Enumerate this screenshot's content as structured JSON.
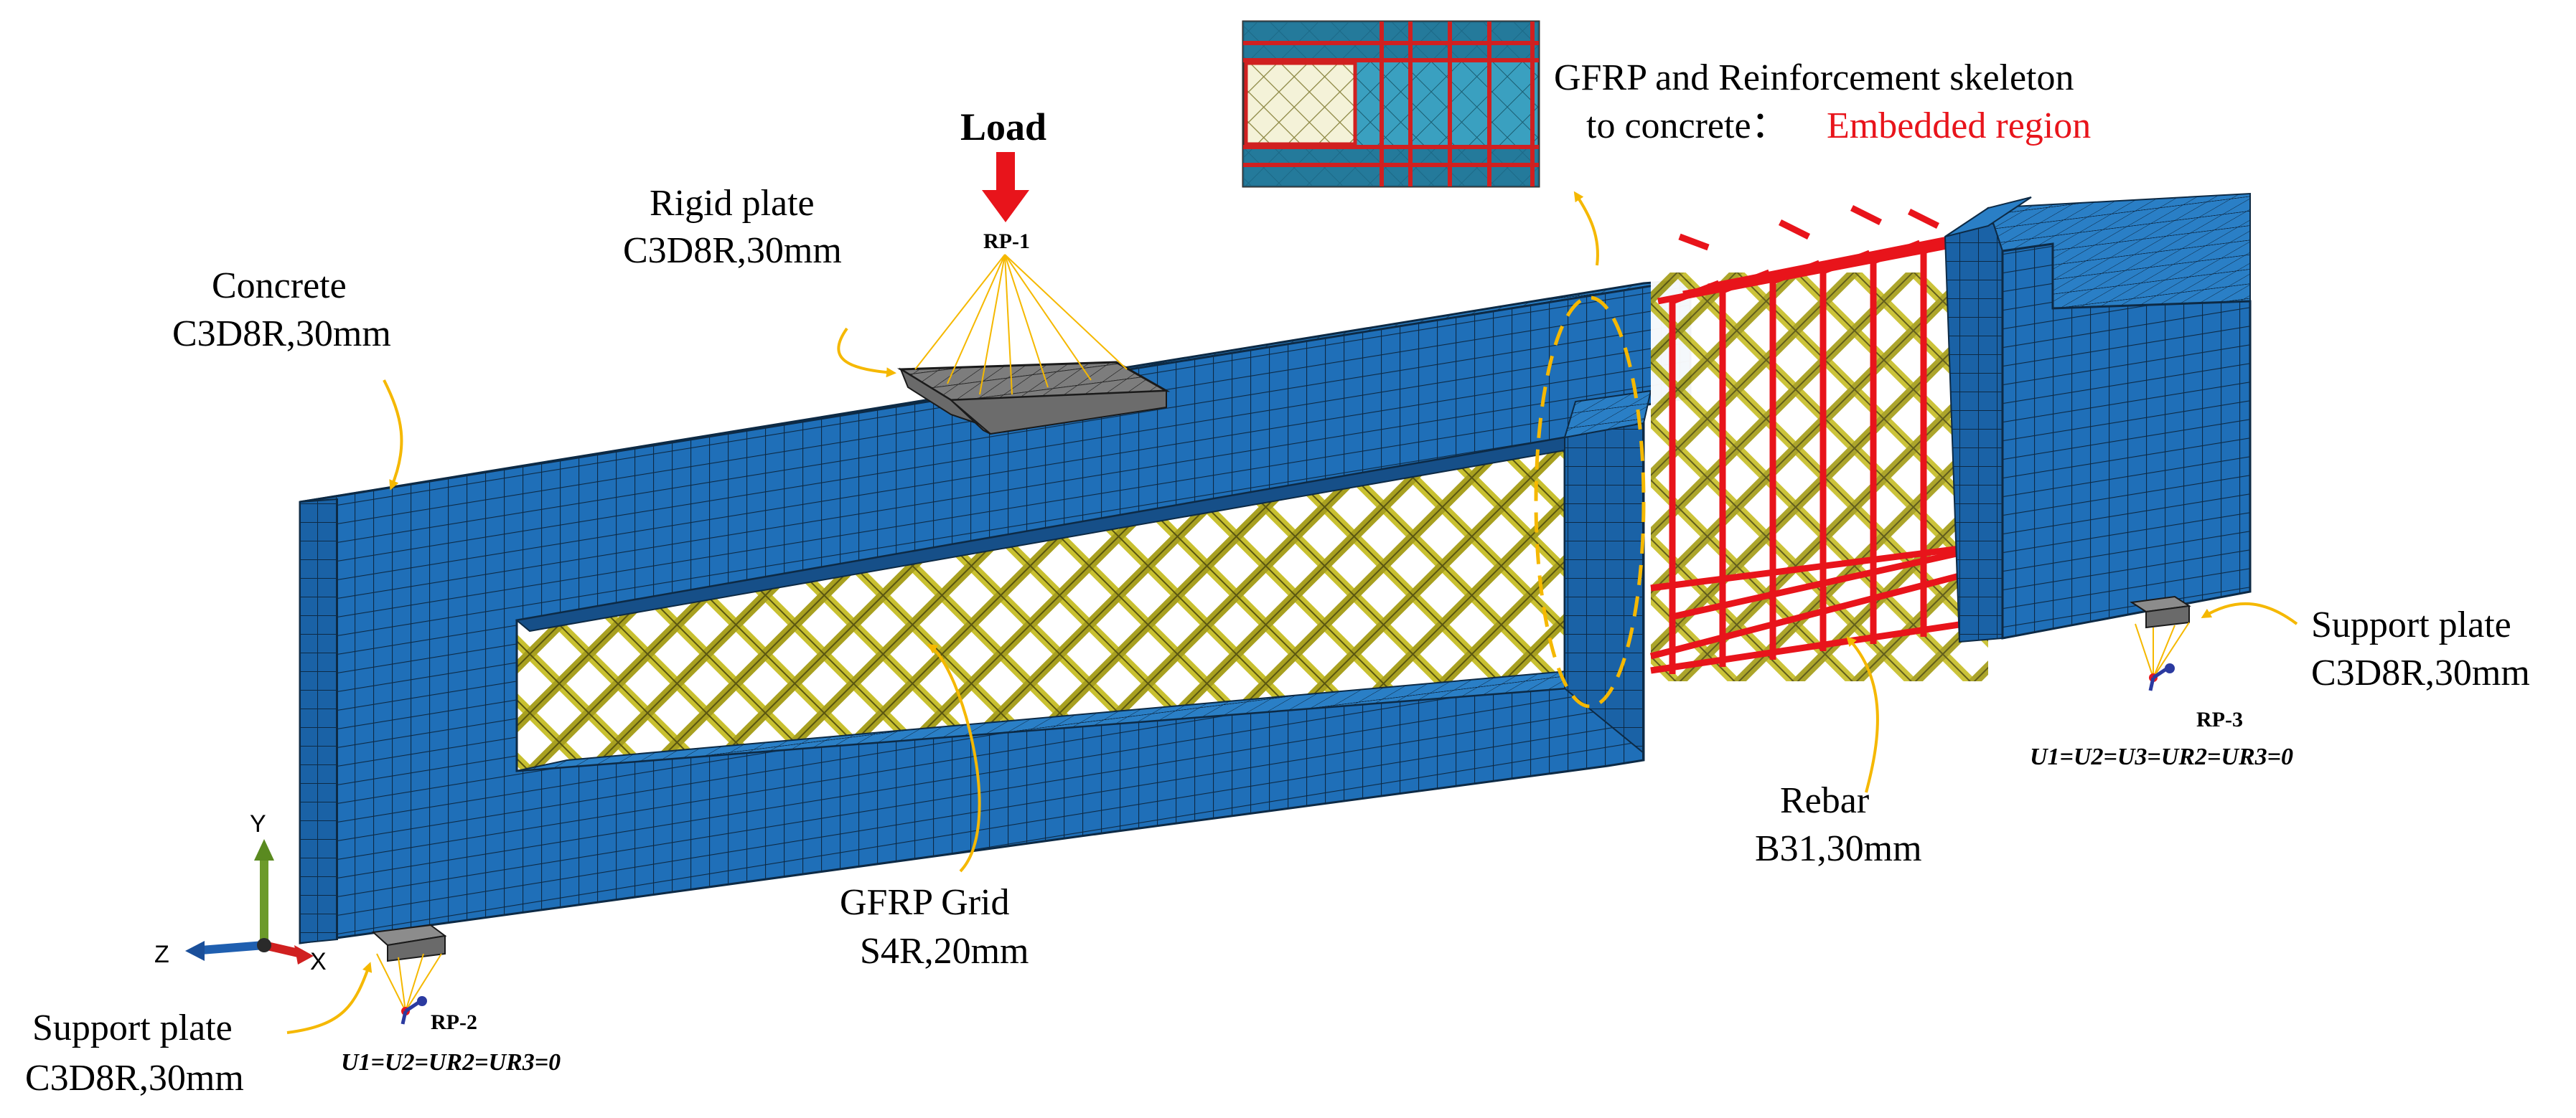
{
  "labels": {
    "load": "Load",
    "rp1": "RP-1",
    "rp2": "RP-2",
    "rp3": "RP-3",
    "rigid_plate_line1": "Rigid plate",
    "rigid_plate_line2": "C3D8R,30mm",
    "concrete_line1": "Concrete",
    "concrete_line2": "C3D8R,30mm",
    "gfrp_line1": "GFRP Grid",
    "gfrp_line2": "S4R,20mm",
    "rebar_line1": "Rebar",
    "rebar_line2": "B31,30mm",
    "support_left_line1": "Support plate",
    "support_left_line2": "C3D8R,30mm",
    "support_right_line1": "Support plate",
    "support_right_line2": "C3D8R,30mm",
    "embed_line1": "GFRP and Reinforcement skeleton",
    "embed_line2": "to concrete：",
    "embed_red": "Embedded region",
    "bc_left": "U1=U2=UR2=UR3=0",
    "bc_right": "U1=U2=U3=UR2=UR3=0"
  },
  "axes": {
    "y": "Y",
    "z": "Z",
    "x": "X"
  },
  "colors": {
    "concrete": "#1f6fb8",
    "mesh_line": "#0d2a45",
    "gfrp": "#c8c030",
    "rebar": "#e8141b",
    "plate": "#8c8c8c",
    "callout": "#f5b800",
    "load_arrow": "#e8141b"
  }
}
